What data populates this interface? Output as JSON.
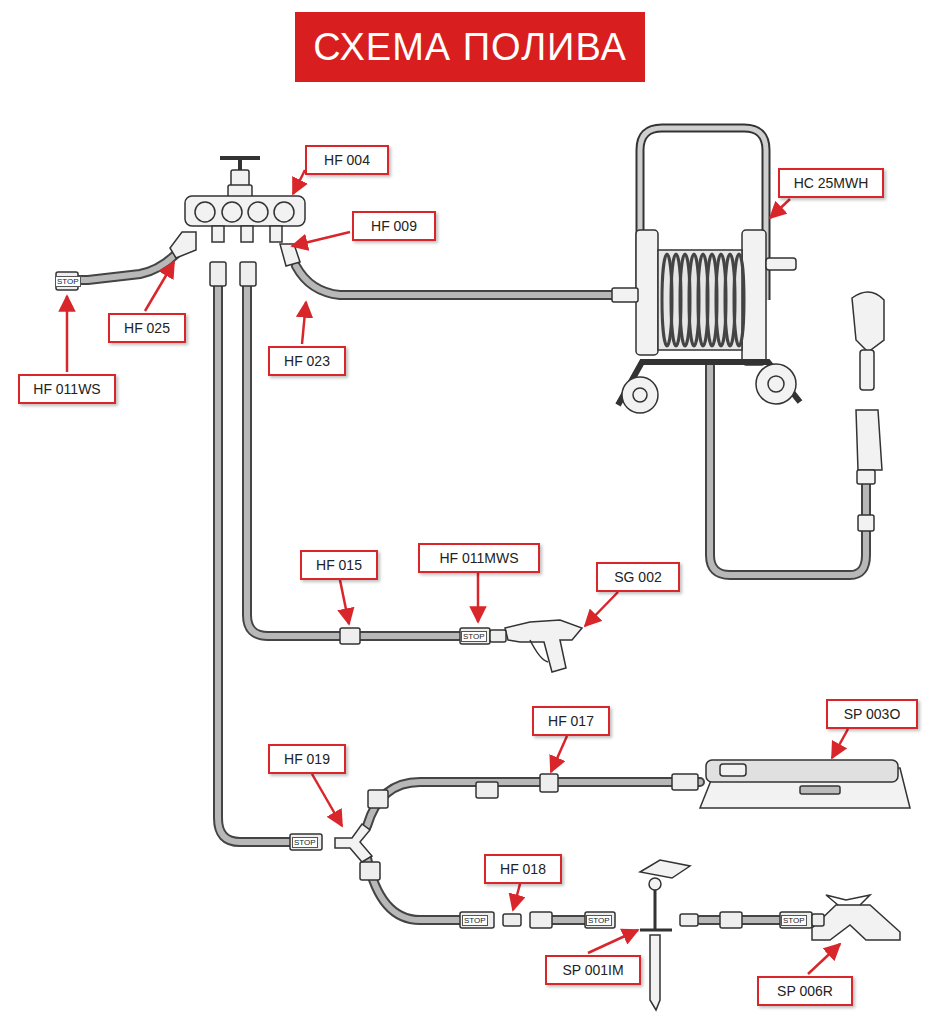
{
  "diagram": {
    "title": "СХЕМА ПОЛИВА",
    "nodes": [
      {
        "text": [
          "HF 004"
        ]
      },
      {
        "text": [
          "HC 25MWH"
        ]
      },
      {
        "text": [
          "HF 009"
        ]
      },
      {
        "text": [
          "HF 025"
        ]
      },
      {
        "text": [
          "HF 023"
        ]
      },
      {
        "text": [
          "HF 011WS"
        ]
      },
      {
        "text": [
          "HF 011MWS"
        ]
      },
      {
        "text": [
          "HF 015"
        ]
      },
      {
        "text": [
          "SG 002"
        ]
      },
      {
        "text": [
          "SP 003O"
        ]
      },
      {
        "text": [
          "HF 017"
        ]
      },
      {
        "text": [
          "HF 019"
        ]
      },
      {
        "text": [
          "HF 018"
        ]
      },
      {
        "text": [
          "SP 001IM"
        ]
      },
      {
        "text": [
          "SP 006R"
        ]
      }
    ],
    "labels": [
      "STOP",
      "STOP",
      "STOP",
      "STOP",
      "STOP",
      "STOP"
    ]
  }
}
